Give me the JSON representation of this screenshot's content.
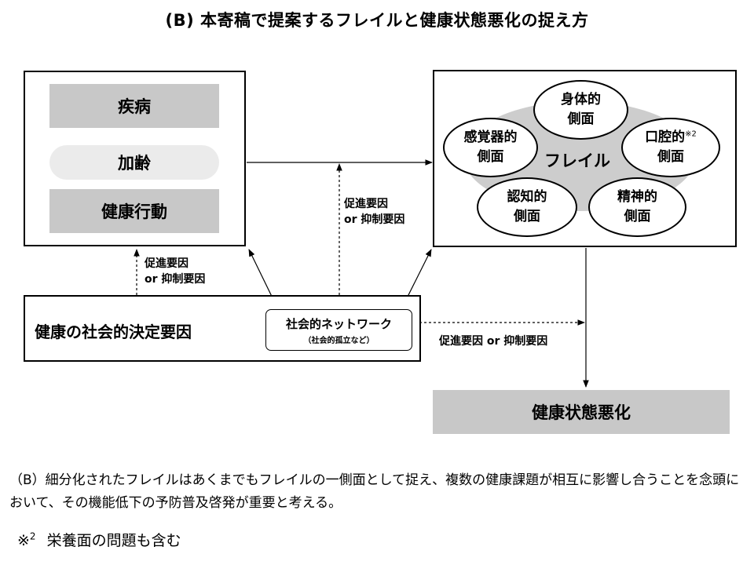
{
  "title": "(B)  本寄稿で提案するフレイルと健康状態悪化の捉え方",
  "left_box": {
    "disease": "疾病",
    "aging": "加齢",
    "health_behavior": "健康行動"
  },
  "frailty_box": {
    "center": "フレイル",
    "aspects": [
      {
        "line1": "身体的",
        "line2": "側面",
        "note": ""
      },
      {
        "line1": "感覚器的",
        "line2": "側面",
        "note": ""
      },
      {
        "line1": "口腔的",
        "line2": "側面",
        "note": "※2"
      },
      {
        "line1": "認知的",
        "line2": "側面",
        "note": ""
      },
      {
        "line1": "精神的",
        "line2": "側面",
        "note": ""
      }
    ]
  },
  "factor_labels": {
    "line1": "促進要因",
    "line2": "or 抑制要因",
    "inline": "促進要因 or 抑制要因"
  },
  "sdh": {
    "label": "健康の社会的決定要因",
    "network_title": "社会的ネットワーク",
    "network_sub": "（社会的孤立など）"
  },
  "outcome": "健康状態悪化",
  "caption": "（B）細分化されたフレイルはあくまでもフレイルの一側面として捉え、複数の健康課題が相互に影響し合うことを念頭において、その機能低下の予防普及啓発が重要と考える。",
  "footnote": {
    "mark": "※",
    "number": "2",
    "text": "栄養面の問題も含む"
  }
}
